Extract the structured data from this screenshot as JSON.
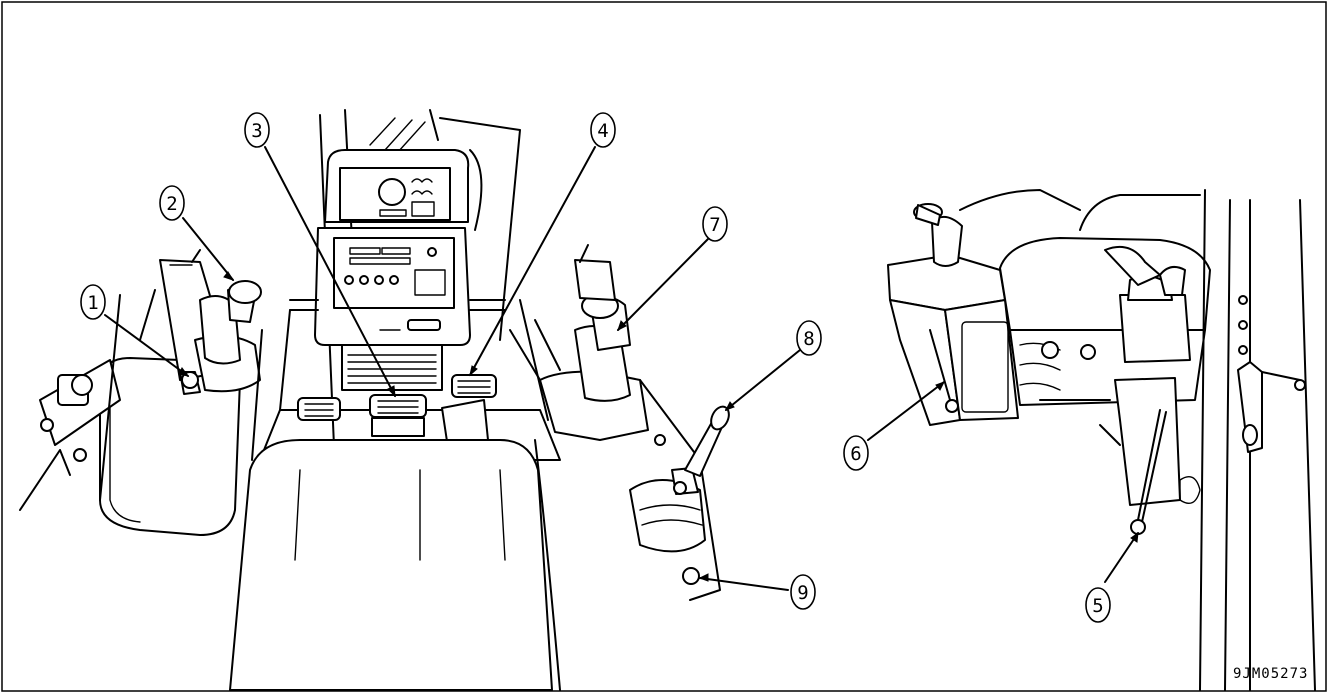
{
  "figure": {
    "reference_code": "9JM05273",
    "callouts": [
      {
        "id": "1",
        "label": "1"
      },
      {
        "id": "2",
        "label": "2"
      },
      {
        "id": "3",
        "label": "3"
      },
      {
        "id": "4",
        "label": "4"
      },
      {
        "id": "5",
        "label": "5"
      },
      {
        "id": "6",
        "label": "6"
      },
      {
        "id": "7",
        "label": "7"
      },
      {
        "id": "8",
        "label": "8"
      },
      {
        "id": "9",
        "label": "9"
      }
    ]
  }
}
